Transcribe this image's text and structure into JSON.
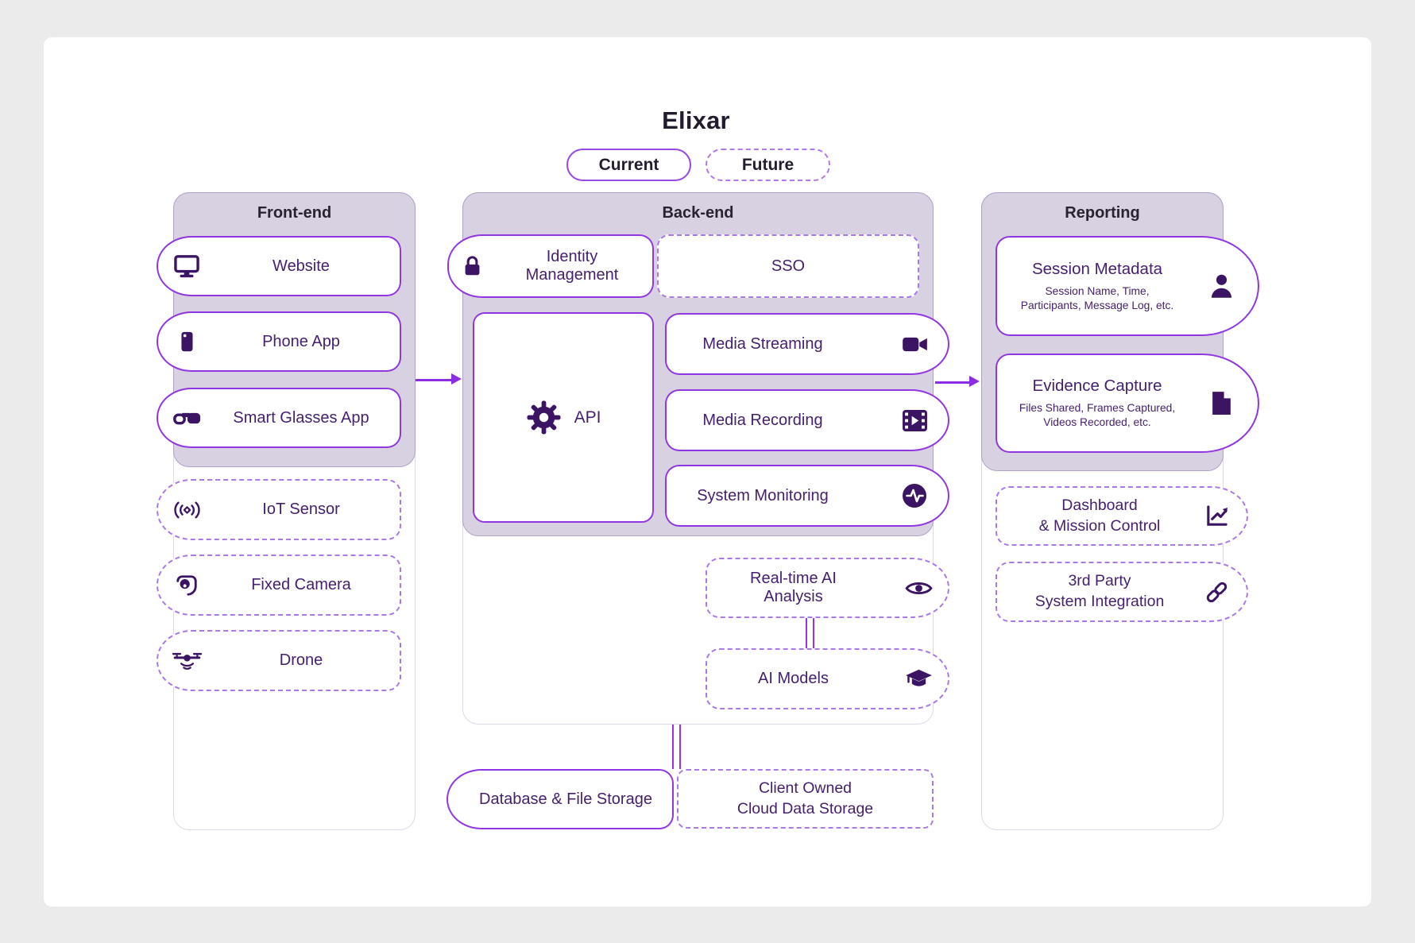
{
  "title": "Elixar",
  "legend": {
    "current_label": "Current",
    "future_label": "Future"
  },
  "colors": {
    "accent_purple": "#9137e1",
    "dashed_purple": "#a979e6",
    "dark_purple": "#3b1464",
    "label_purple": "#45216d",
    "lavender_panel": "#d8d1e2",
    "arrow_purple": "#8d2de3",
    "canvas_gray": "#ebebeb"
  },
  "frontend": {
    "header": "Front-end",
    "items": [
      {
        "label": "Website",
        "icon": "monitor-icon",
        "status": "current"
      },
      {
        "label": "Phone App",
        "icon": "phone-icon",
        "status": "current"
      },
      {
        "label": "Smart Glasses App",
        "icon": "smart-glasses-icon",
        "status": "current"
      },
      {
        "label": "IoT Sensor",
        "icon": "iot-sensor-icon",
        "status": "future"
      },
      {
        "label": "Fixed Camera",
        "icon": "fixed-camera-icon",
        "status": "future"
      },
      {
        "label": "Drone",
        "icon": "drone-icon",
        "status": "future"
      }
    ]
  },
  "backend": {
    "header": "Back-end",
    "identity": {
      "label": "Identity Management",
      "icon": "lock-icon",
      "status": "current"
    },
    "sso": {
      "label": "SSO",
      "status": "future"
    },
    "api": {
      "label": "API",
      "icon": "gear-icon",
      "status": "current"
    },
    "media_streaming": {
      "label": "Media Streaming",
      "icon": "video-camera-icon",
      "status": "current"
    },
    "media_recording": {
      "label": "Media Recording",
      "icon": "film-play-icon",
      "status": "current"
    },
    "system_monitoring": {
      "label": "System Monitoring",
      "icon": "pulse-icon",
      "status": "current"
    },
    "realtime_ai": {
      "label": "Real-time AI Analysis",
      "icon": "eye-icon",
      "status": "future"
    },
    "ai_models": {
      "label": "AI Models",
      "icon": "graduation-cap-icon",
      "status": "future"
    }
  },
  "storage": {
    "database": {
      "label": "Database & File Storage",
      "status": "current"
    },
    "client_cloud": {
      "line1": "Client Owned",
      "line2": "Cloud Data Storage",
      "status": "future"
    }
  },
  "reporting": {
    "header": "Reporting",
    "session_metadata": {
      "title": "Session Metadata",
      "subtitle_line1": "Session Name, Time,",
      "subtitle_line2": "Participants, Message Log, etc.",
      "icon": "person-icon",
      "status": "current"
    },
    "evidence_capture": {
      "title": "Evidence Capture",
      "subtitle_line1": "Files Shared, Frames Captured,",
      "subtitle_line2": "Videos Recorded, etc.",
      "icon": "document-icon",
      "status": "current"
    },
    "dashboard": {
      "line1": "Dashboard",
      "line2": "& Mission Control",
      "icon": "line-chart-icon",
      "status": "future"
    },
    "third_party": {
      "line1": "3rd Party",
      "line2": "System Integration",
      "icon": "link-icon",
      "status": "future"
    }
  }
}
